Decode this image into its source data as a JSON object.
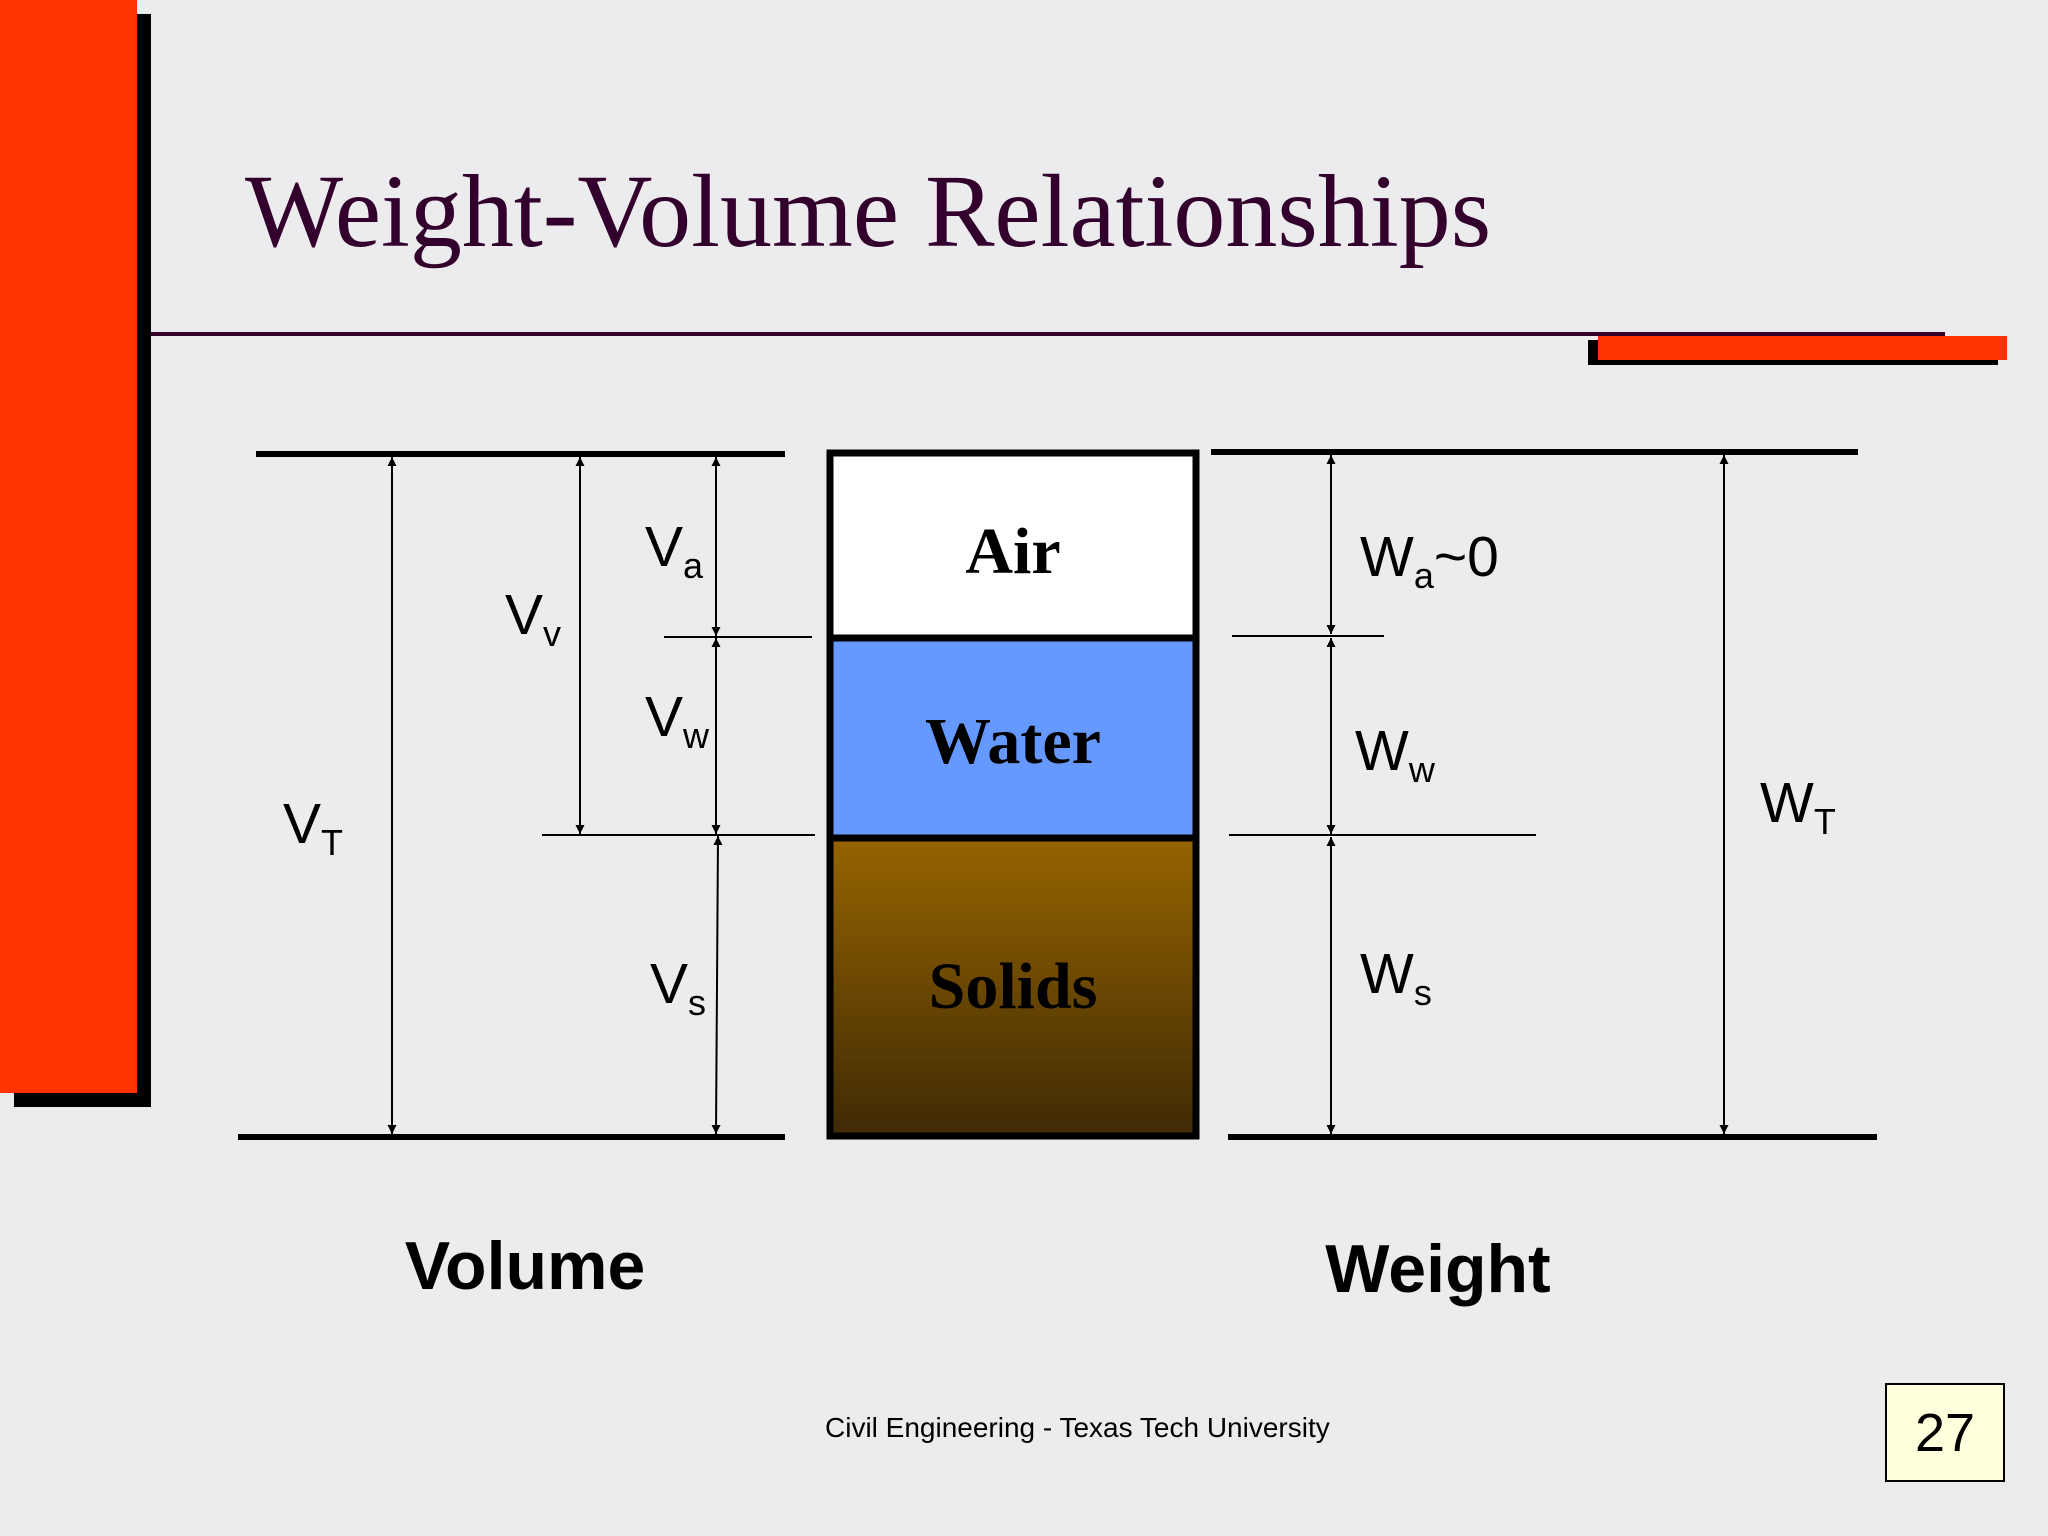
{
  "title": "Weight-Volume Relationships",
  "colors": {
    "accent": "#ff3300",
    "title": "#33002d",
    "water": "#6699ff",
    "solids_top": "#966400",
    "solids_bottom": "#3f2a05"
  },
  "phases": {
    "air": "Air",
    "water": "Water",
    "solids": "Solids"
  },
  "volume": {
    "caption": "Volume",
    "va": {
      "main": "V",
      "sub": "a"
    },
    "vv": {
      "main": "V",
      "sub": "v"
    },
    "vw": {
      "main": "V",
      "sub": "w"
    },
    "vt": {
      "main": "V",
      "sub": "T"
    },
    "vs": {
      "main": "V",
      "sub": "s"
    }
  },
  "weight": {
    "caption": "Weight",
    "wa": {
      "main": "W",
      "sub": "a",
      "suffix": "~0"
    },
    "ww": {
      "main": "W",
      "sub": "w"
    },
    "wt": {
      "main": "W",
      "sub": "T"
    },
    "ws": {
      "main": "W",
      "sub": "s"
    }
  },
  "footer": "Civil Engineering - Texas Tech University",
  "page_number": "27"
}
